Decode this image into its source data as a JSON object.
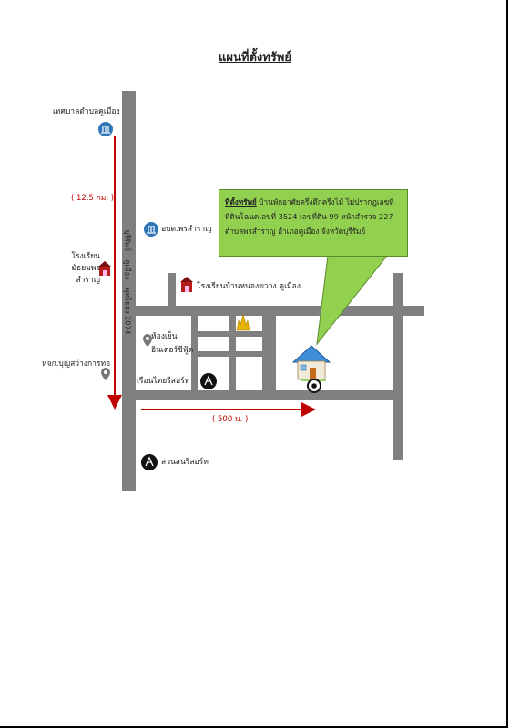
{
  "title": "แผนที่ตั้งทรัพย์",
  "callout": {
    "heading": "ที่ตั้งทรัพย์",
    "text": " บ้านพักอาศัยครึ่งตึกครึ่งไม้ ไม่ปรากฎเลขที่ ที่ดินโฉนดเลขที่ 3524 เลขที่ดิน 99 หน้าสำรวจ 227 ตำบลพรสำราญ อำเภอคูเมือง จังหวัดบุรีรัมย์"
  },
  "landmarks": {
    "municipality": "เทศบาลตำบลคูเมือง",
    "distance_vertical": "( 12.5 กม. )",
    "sao": "อบต.พรสำราญ",
    "school_prasat": "โรงเรียนมัธยมพรสำราญ",
    "school_nongkwang": "โรงเรียนบ้านหนองขวาง คูเมือง",
    "partnership": "หจก.บุญสว่างการทอ",
    "shop_1": "ห้องเย็น",
    "shop_2": "อินเตอร์ซีฟู้ด",
    "resort_1": "เรือนไทยรีสอร์ท",
    "distance_horizontal": "( 500 ม. )",
    "resort_2": "สวนสนรีสอร์ท"
  },
  "road_label": "บุรีรัมย์ – คูเมือง – พุทไธสง 2074",
  "colors": {
    "road": "#808080",
    "callout": "#92d050",
    "distance_arrow": "#c00000",
    "government_icon": "#2e75b6"
  },
  "icons": [
    "bank-icon",
    "school-icon",
    "temple-icon",
    "location-pin-icon",
    "resort-icon",
    "house-icon",
    "target-marker-icon"
  ]
}
